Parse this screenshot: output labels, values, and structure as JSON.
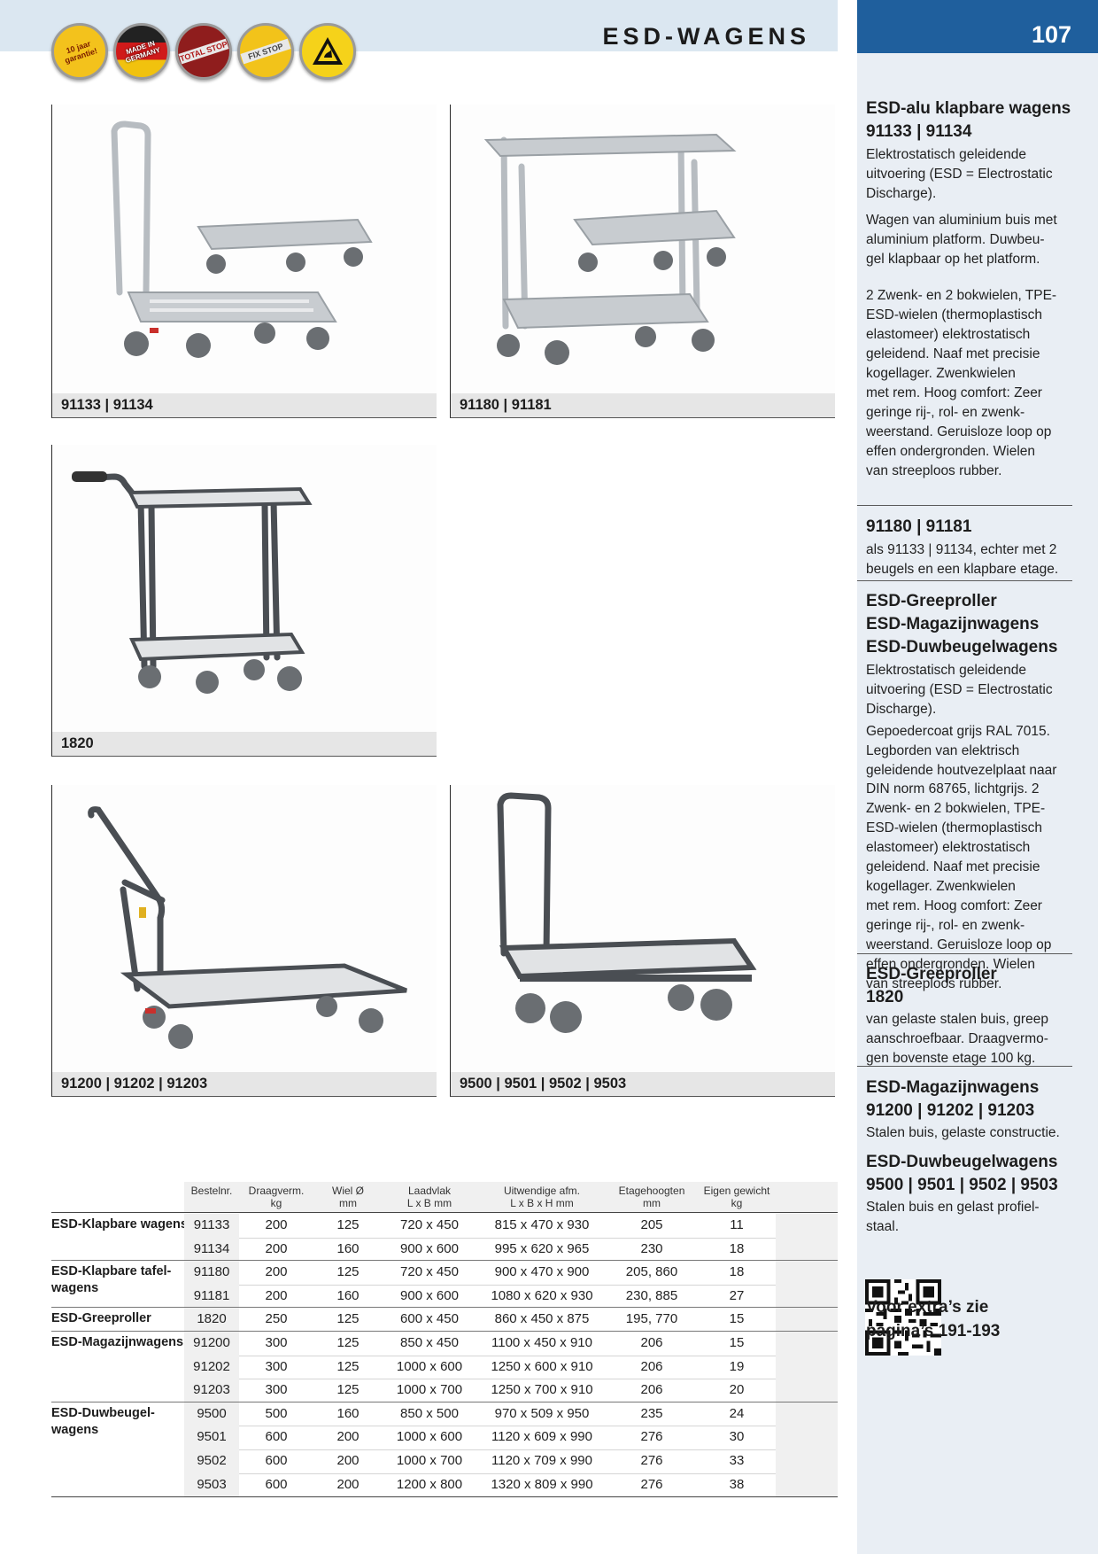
{
  "header": {
    "section_title": "ESD-WAGENS",
    "page_number": "107",
    "badges": [
      {
        "text": "10 jaar garantie!",
        "icon": "warranty-badge"
      },
      {
        "text": "MADE IN GERMANY",
        "icon": "made-in-germany-badge"
      },
      {
        "text": "TOTAL STOP",
        "icon": "total-stop-badge"
      },
      {
        "text": "FIX STOP",
        "icon": "fix-stop-badge"
      },
      {
        "text": "ESD",
        "icon": "esd-warning-badge"
      }
    ]
  },
  "panels": [
    {
      "caption": "91133 | 91134"
    },
    {
      "caption": "91180 | 91181"
    },
    {
      "caption": "1820"
    },
    {
      "caption": "91200 | 91202 | 91203"
    },
    {
      "caption": "9500 | 9501 | 9502 | 9503"
    }
  ],
  "sidebar": {
    "s1": {
      "title1": "ESD-alu klapbare wagens",
      "title2": "91133 | 91134",
      "p1": [
        "Elektrostatisch geleidende",
        "uitvoering (ESD = Electrostatic",
        "Discharge)."
      ],
      "p2": [
        "Wagen van aluminium buis met",
        "aluminium platform. Duwbeu-",
        "gel klapbaar op het platform."
      ],
      "p3": [
        "2 Zwenk- en 2 bokwielen, TPE-",
        "ESD-wielen (thermoplastisch",
        "elastomeer) elektrostatisch",
        "geleidend. Naaf met precisie",
        "kogellager. Zwenkwielen",
        "met rem. Hoog comfort: Zeer",
        "geringe rij-, rol- en zwenk-",
        "weerstand. Geruisloze loop op",
        "effen ondergronden. Wielen",
        "van streeploos rubber."
      ]
    },
    "s2": {
      "title": "91180 | 91181",
      "p": [
        "als 91133 | 91134, echter met 2",
        "beugels en een klapbare etage."
      ]
    },
    "s3": {
      "title1": "ESD-Greeproller",
      "title2": "ESD-Magazijnwagens",
      "title3": "ESD-Duwbeugelwagens",
      "p1": [
        "Elektrostatisch geleidende",
        "uitvoering (ESD = Electrostatic",
        "Discharge)."
      ],
      "p2": [
        "Gepoedercoat grijs RAL 7015.",
        "Legborden van elektrisch",
        "geleidende houtvezelplaat naar",
        "DIN norm 68765, lichtgrijs. 2",
        "Zwenk- en 2 bokwielen, TPE-",
        "ESD-wielen (thermoplastisch",
        "elastomeer) elektrostatisch",
        "geleidend. Naaf met precisie",
        "kogellager. Zwenkwielen",
        "met rem. Hoog comfort: Zeer",
        "geringe rij-, rol- en zwenk-",
        "weerstand. Geruisloze loop op",
        "effen ondergronden. Wielen",
        "van streeploos rubber."
      ]
    },
    "s4": {
      "title1": "ESD-Greeproller",
      "title2": "1820",
      "p": [
        "van gelaste stalen buis, greep",
        "aanschroefbaar. Draagvermo-",
        "gen bovenste etage 100 kg."
      ]
    },
    "s5": {
      "title1": "ESD-Magazijnwagens",
      "title2": "91200 | 91202 | 91203",
      "p": [
        "Stalen buis, gelaste constructie."
      ]
    },
    "s6": {
      "title1": "ESD-Duwbeugelwagens",
      "title2": "9500 | 9501 | 9502 | 9503",
      "p": [
        "Stalen buis en gelast profiel-",
        "staal."
      ]
    },
    "footer": [
      "Voor extra’s zie",
      "pagina’s 191-193"
    ]
  },
  "table": {
    "headers": [
      {
        "top": "Bestelnr.",
        "bottom": ""
      },
      {
        "top": "Draagverm.",
        "bottom": "kg"
      },
      {
        "top": "Wiel Ø",
        "bottom": "mm"
      },
      {
        "top": "Laadvlak",
        "bottom": "L x B mm"
      },
      {
        "top": "Uitwendige afm.",
        "bottom": "L x B x H mm"
      },
      {
        "top": "Etagehoogten",
        "bottom": "mm"
      },
      {
        "top": "Eigen gewicht",
        "bottom": "kg"
      }
    ],
    "groups": [
      {
        "label": [
          "ESD-Klapbare wagens"
        ],
        "rows": [
          [
            "91133",
            "200",
            "125",
            "720 x 450",
            "815 x 470 x 930",
            "205",
            "11"
          ],
          [
            "91134",
            "200",
            "160",
            "900 x 600",
            "995 x 620 x 965",
            "230",
            "18"
          ]
        ]
      },
      {
        "label": [
          "ESD-Klapbare tafel-",
          "wagens"
        ],
        "rows": [
          [
            "91180",
            "200",
            "125",
            "720 x 450",
            "900 x 470 x 900",
            "205, 860",
            "18"
          ],
          [
            "91181",
            "200",
            "160",
            "900 x 600",
            "1080 x 620 x 930",
            "230, 885",
            "27"
          ]
        ]
      },
      {
        "label": [
          "ESD-Greeproller"
        ],
        "rows": [
          [
            "1820",
            "250",
            "125",
            "600 x 450",
            "860 x 450 x 875",
            "195, 770",
            "15"
          ]
        ]
      },
      {
        "label": [
          "ESD-Magazijnwagens"
        ],
        "rows": [
          [
            "91200",
            "300",
            "125",
            "850 x 450",
            "1100 x 450 x 910",
            "206",
            "15"
          ],
          [
            "91202",
            "300",
            "125",
            "1000 x 600",
            "1250 x 600 x 910",
            "206",
            "19"
          ],
          [
            "91203",
            "300",
            "125",
            "1000 x 700",
            "1250 x 700 x 910",
            "206",
            "20"
          ]
        ]
      },
      {
        "label": [
          "ESD-Duwbeugel-",
          "wagens"
        ],
        "rows": [
          [
            "9500",
            "500",
            "160",
            "850 x 500",
            "970 x 509 x 950",
            "235",
            "24"
          ],
          [
            "9501",
            "600",
            "200",
            "1000 x 600",
            "1120 x 609 x 990",
            "276",
            "30"
          ],
          [
            "9502",
            "600",
            "200",
            "1000 x 700",
            "1120 x 709 x 990",
            "276",
            "33"
          ],
          [
            "9503",
            "600",
            "200",
            "1200 x 800",
            "1320 x 809 x 990",
            "276",
            "38"
          ]
        ]
      }
    ]
  },
  "colors": {
    "accent_blue": "#1f5f9d",
    "sidebar_bg": "#e9eef4",
    "header_band": "#dbe7f1"
  }
}
